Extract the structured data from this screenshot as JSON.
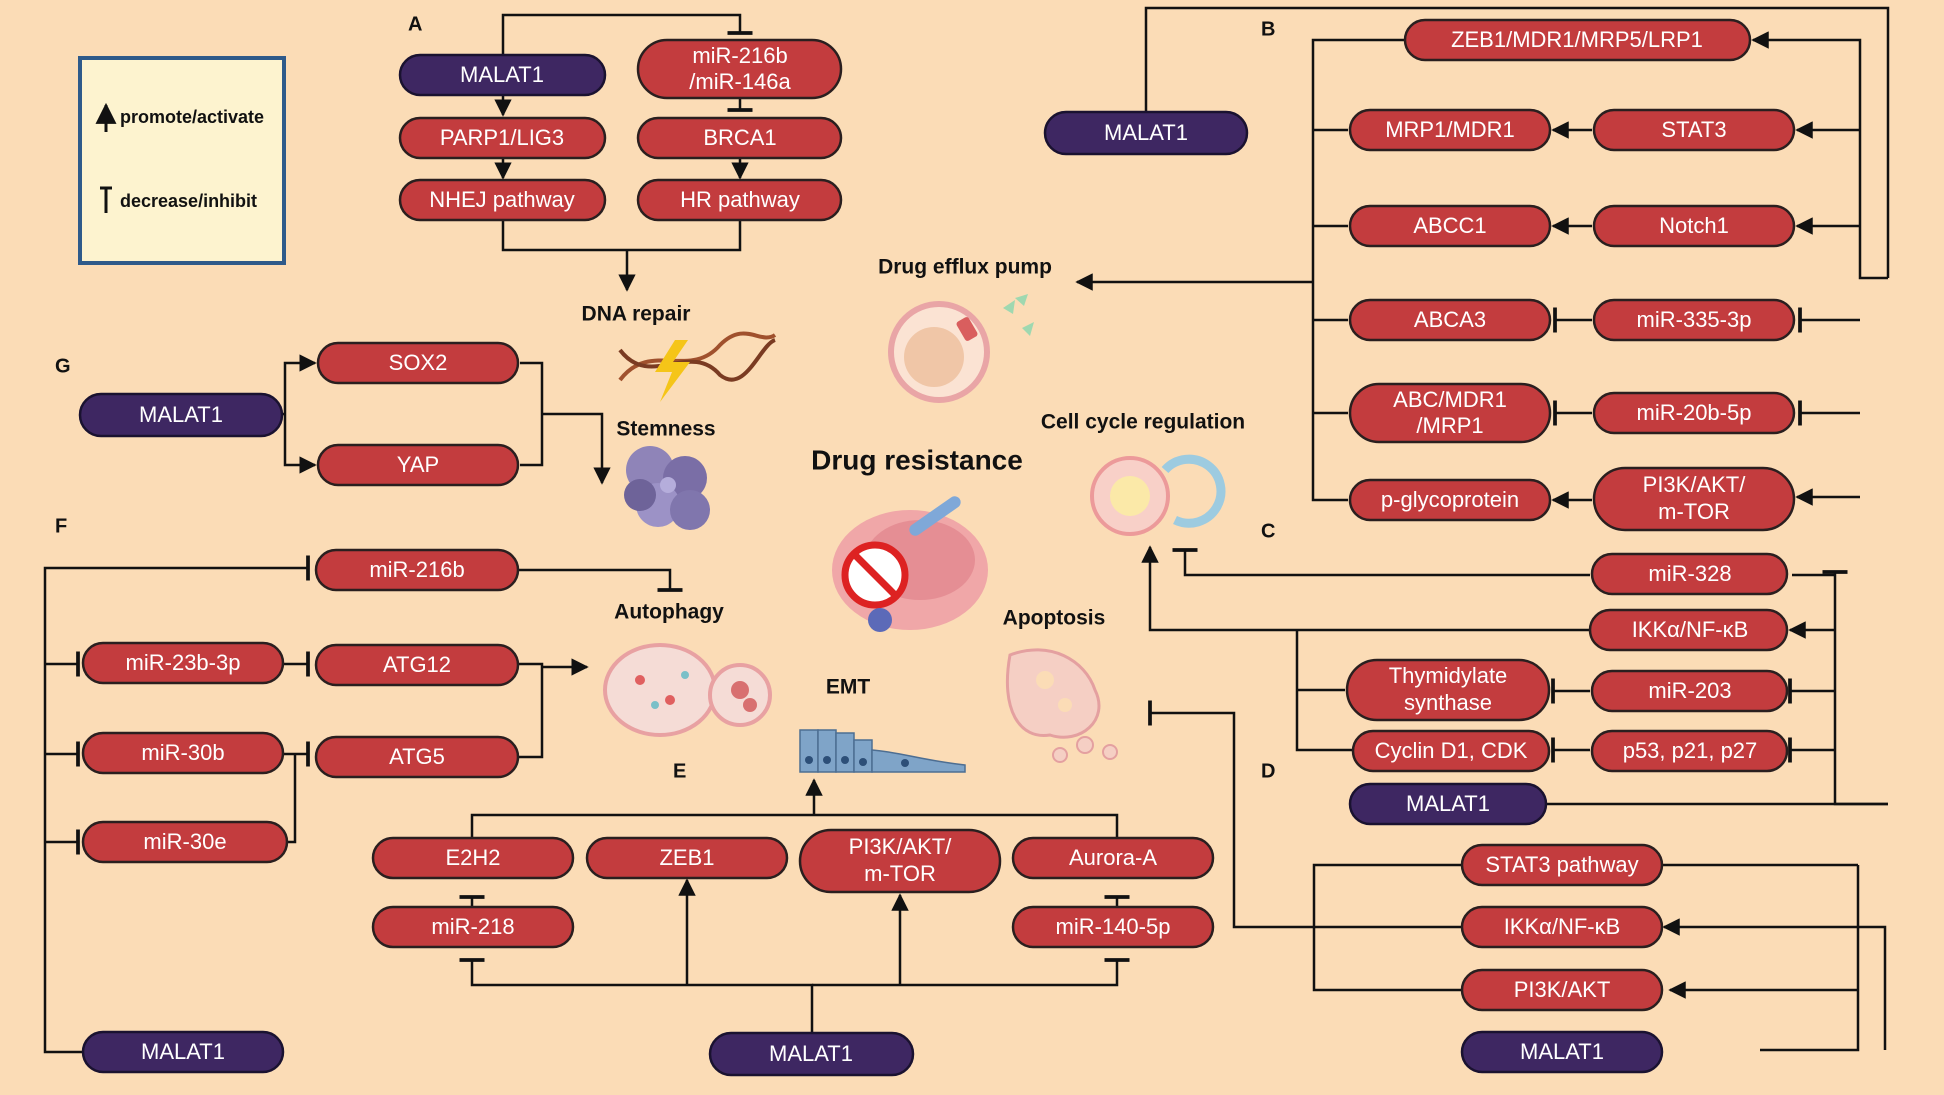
{
  "center_title": "Drug resistance",
  "legend": {
    "promote": "promote/activate",
    "inhibit": "decrease/inhibit"
  },
  "panel_letters": {
    "a": "A",
    "b": "B",
    "c": "C",
    "d": "D",
    "e": "E",
    "f": "F",
    "g": "G"
  },
  "outcomes": {
    "dna_repair": "DNA repair",
    "drug_efflux": "Drug efflux pump",
    "stemness": "Stemness",
    "cell_cycle": "Cell cycle regulation",
    "autophagy": "Autophagy",
    "apoptosis": "Apoptosis",
    "emt": "EMT"
  },
  "panel_a": {
    "malat1": "MALAT1",
    "mir": [
      "miR-216b",
      "/miR-146a"
    ],
    "parp": "PARP1/LIG3",
    "brca": "BRCA1",
    "nhej": "NHEJ pathway",
    "hr": "HR pathway"
  },
  "panel_b": {
    "malat1": "MALAT1",
    "zeb": "ZEB1/MDR1/MRP5/LRP1",
    "mrp1": "MRP1/MDR1",
    "stat3": "STAT3",
    "abcc1": "ABCC1",
    "notch1": "Notch1",
    "abca3": "ABCA3",
    "mir335": "miR-335-3p",
    "abc": [
      "ABC/MDR1",
      "/MRP1"
    ],
    "mir20b": "miR-20b-5p",
    "pgp": "p-glycoprotein",
    "pi3k": [
      "PI3K/AKT/",
      "m-TOR"
    ]
  },
  "panel_c": {
    "mir328": "miR-328",
    "ikk": "IKKα/NF-κB",
    "ts": [
      "Thymidylate",
      "synthase"
    ],
    "mir203": "miR-203",
    "cyclin": "Cyclin D1, CDK",
    "p53": "p53, p21, p27",
    "malat1": "MALAT1"
  },
  "panel_d": {
    "stat3": "STAT3 pathway",
    "ikk": "IKKα/NF-κB",
    "pi3k": "PI3K/AKT",
    "malat1": "MALAT1"
  },
  "panel_e": {
    "e2h2": "E2H2",
    "zeb1": "ZEB1",
    "pi3k": [
      "PI3K/AKT/",
      "m-TOR"
    ],
    "aurora": "Aurora-A",
    "mir218": "miR-218",
    "mir140": "miR-140-5p",
    "malat1": "MALAT1"
  },
  "panel_f": {
    "mir216b": "miR-216b",
    "mir23b": "miR-23b-3p",
    "atg12": "ATG12",
    "mir30b": "miR-30b",
    "atg5": "ATG5",
    "mir30e": "miR-30e",
    "malat1": "MALAT1"
  },
  "panel_g": {
    "malat1": "MALAT1",
    "sox2": "SOX2",
    "yap": "YAP"
  },
  "colors": {
    "background": "#fbdcb6",
    "node_red": "#c33c3e",
    "node_purple": "#3e2762",
    "legend_fill": "#fdf3cf",
    "legend_border": "#2e5a8a"
  }
}
